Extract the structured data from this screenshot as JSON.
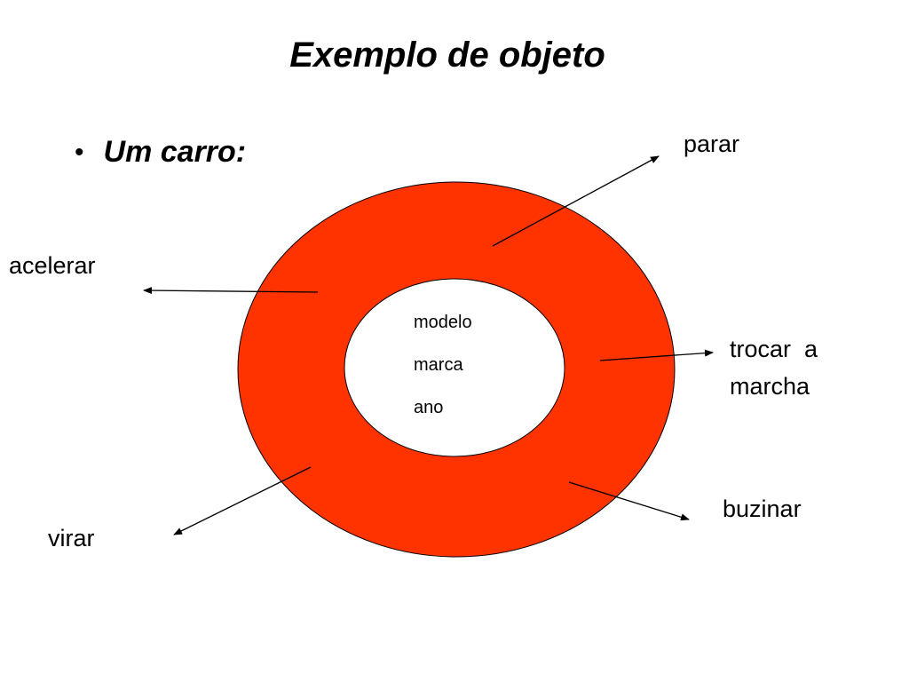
{
  "slide": {
    "title": "Exemplo de objeto",
    "bullet": "Um carro:"
  },
  "object": {
    "attributes": [
      "modelo",
      "marca",
      "ano"
    ],
    "methods": {
      "parar": "parar",
      "acelerar": "acelerar",
      "trocar_line1": "trocar  a",
      "trocar_line2": "marcha",
      "buzinar": "buzinar",
      "virar": "virar"
    }
  },
  "colors": {
    "ring": "#ff3300",
    "outline": "#000000",
    "background": "#ffffff"
  }
}
